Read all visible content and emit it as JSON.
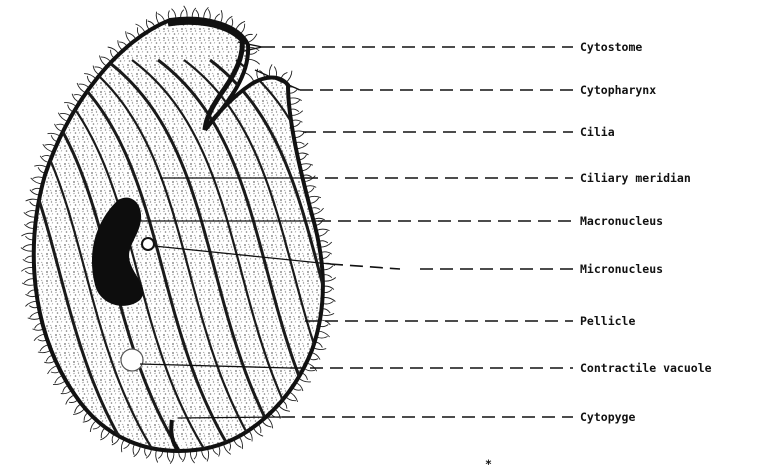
{
  "diagram": {
    "subject": "Paramecium cell structure",
    "labels": [
      {
        "id": "cytostome",
        "text": "Cytostome"
      },
      {
        "id": "cytopharynx",
        "text": "Cytopharynx"
      },
      {
        "id": "cilia",
        "text": "Cilia"
      },
      {
        "id": "ciliary-meridian",
        "text": "Ciliary meridian"
      },
      {
        "id": "macronucleus",
        "text": "Macronucleus"
      },
      {
        "id": "micronucleus",
        "text": "Micronucleus"
      },
      {
        "id": "pellicle",
        "text": "Pellicle"
      },
      {
        "id": "contractile-vacuole",
        "text": "Contractile vacuole"
      },
      {
        "id": "cytopyge",
        "text": "Cytopyge"
      }
    ],
    "page_mark": "*"
  },
  "colors": {
    "ink": "#111111",
    "background": "#ffffff",
    "stipple": "#6e6e6e"
  }
}
